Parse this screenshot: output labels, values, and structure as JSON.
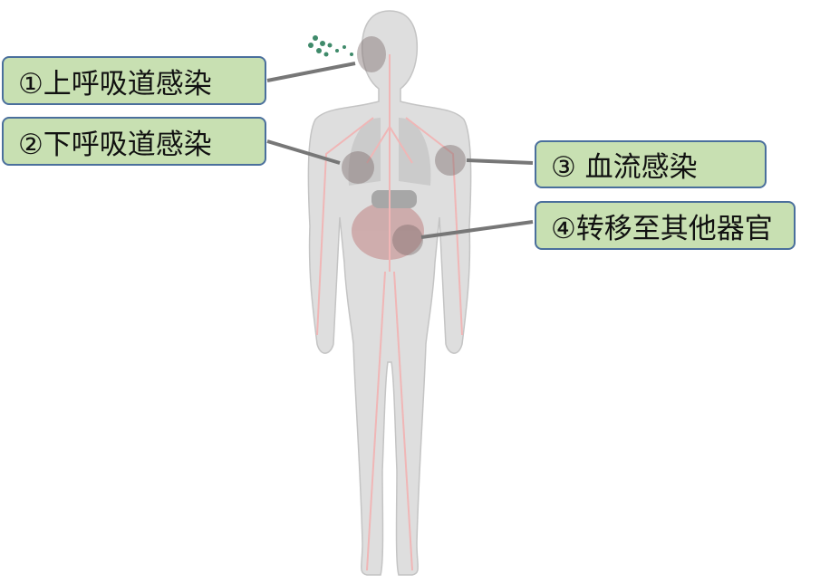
{
  "labels": [
    {
      "text": "①上呼吸道感染"
    },
    {
      "text": "②下呼吸道感染"
    },
    {
      "text": "③ 血流感染"
    },
    {
      "text": "④转移至其他器官"
    }
  ],
  "colors": {
    "box_fill": "#c8e0b2",
    "box_border": "#4a6f9c",
    "body": "#dcdcdc",
    "vessels": "#f0b6b6",
    "pathogen": "#3f8a6a"
  }
}
